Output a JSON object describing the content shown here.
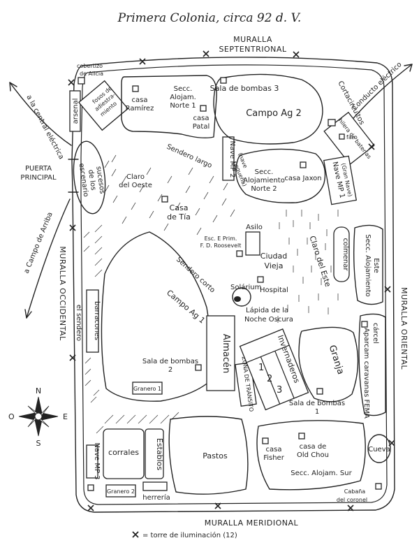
{
  "title": "Primera Colonia, circa 92 d. V.",
  "walls": {
    "north": [
      "MURALLA",
      "SEPTENTRIONAL"
    ],
    "south": "MURALLA MERIDIONAL",
    "west": "MURALLA OCCIDENTAL",
    "east": "MURALLA ORIENTAL"
  },
  "gate": [
    "PUERTA",
    "PRINCIPAL"
  ],
  "external": {
    "central_left": "a la central eléctrica",
    "campo_arriba": "a Campo de Arriba",
    "conducto": "Conducto eléctrico",
    "cortacircuitos": "Cortacircuitos"
  },
  "places": {
    "cobertizo": [
      "cobertizo",
      "de Alicia"
    ],
    "arsenal": "arsenal",
    "fosos": [
      "fosos de",
      "adiestra-",
      "miento"
    ],
    "casa_ramirez": [
      "casa",
      "Ramírez"
    ],
    "secc_norte1": [
      "Secc.",
      "Alojam.",
      "Norte 1"
    ],
    "casa_patal": [
      "casa",
      "Patal"
    ],
    "sala_bombas3": "Sala de bombas 3",
    "campo_ag2": "Campo Ag 2",
    "hilera_baterias": [
      "hilera de baterías",
      "faro"
    ],
    "nave_mp2": [
      "Nave MP 2",
      "(nave",
      "pequeña)"
    ],
    "sendero_largo": "Sendero largo",
    "secc_norte2": [
      "Secc.",
      "Alojamiento",
      "Norte 2"
    ],
    "casa_jaxon": "casa Jaxon",
    "nave_mp1": [
      "Nave MP 1",
      "(Gran Nave)"
    ],
    "escenario": [
      "escenario",
      "de los",
      "sucesos"
    ],
    "claro_oeste": [
      "Claro",
      "del Oeste"
    ],
    "casa_tia": [
      "Casa",
      "de Tía"
    ],
    "asilo": "Asilo",
    "escuela": [
      "Esc. E Prim.",
      "F. D. Roosevelt"
    ],
    "ciudad_vieja": [
      "Ciudad",
      "Vieja"
    ],
    "claro_este": "Claro del Este",
    "colmenar": "colmenar",
    "secc_este": [
      "Secc. Alojamiento",
      "Este"
    ],
    "solarium": "Solárium",
    "hospital": "Hospital",
    "lapida": [
      "Lápida de la",
      "Noche Oscura"
    ],
    "sendero_corto": "Sendero corto",
    "campo_ag1": "Campo Ag 1",
    "barracones": "barracones",
    "el_sendero": "el sendero",
    "almacen": "Almacén",
    "invernaderos": [
      "Invernaderos",
      "1",
      "2",
      "3"
    ],
    "zona_transito": "ZONA DE TRÁNSITO",
    "granja": "Granja",
    "carcel": "cárcel",
    "aparcamiento": "Aparcam caravanas FEMA",
    "sala_bombas2": [
      "Sala de bombas",
      "2"
    ],
    "granero1": "Granero 1",
    "sala_bombas1": [
      "Sala de bombas",
      "1"
    ],
    "corrales": "corrales",
    "establos": "Establos",
    "pastos": "Pastos",
    "casa_fisher": [
      "casa",
      "Fisher"
    ],
    "casa_oldchou": [
      "casa de",
      "Old Chou"
    ],
    "secc_sur": "Secc. Alojam. Sur",
    "cueva": "Cueva",
    "nave_mp3": "Nave MP 3",
    "granero2": "Granero 2",
    "herreria": "herrería",
    "cabana": [
      "Cabaña",
      "del coronel"
    ]
  },
  "compass": {
    "n": "N",
    "s": "S",
    "e": "E",
    "o": "O"
  },
  "legend": "= torre de iluminación (12)"
}
